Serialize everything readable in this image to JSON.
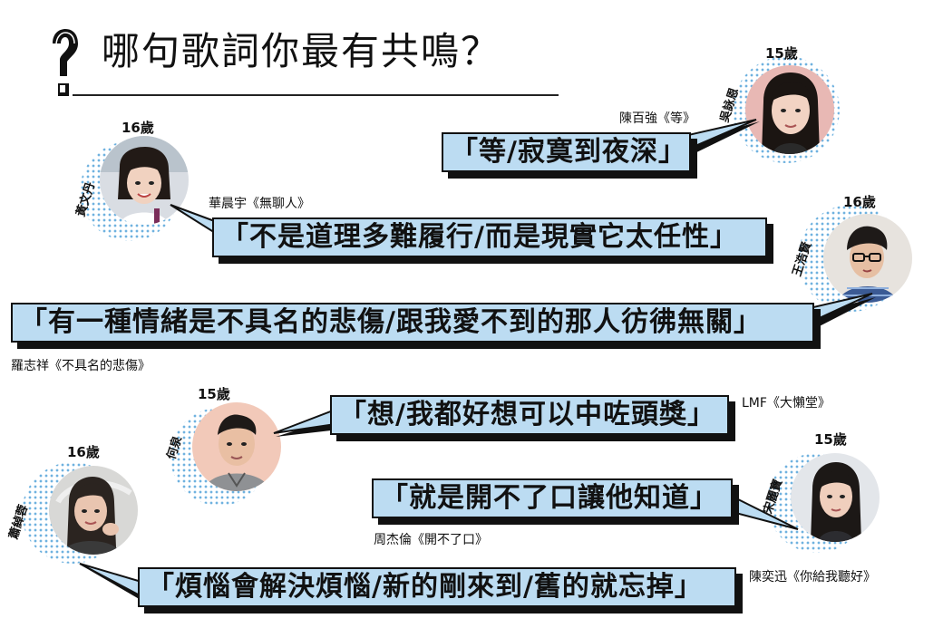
{
  "header": {
    "title": "哪句歌詞你最有共鳴？"
  },
  "entries": [
    {
      "id": "q1",
      "quote": "「等/寂寞到夜深」",
      "credit": "陳百強《等》",
      "name": "吳詠恩",
      "age": "15歲",
      "avatar": "girl-long-hair-portrait"
    },
    {
      "id": "q2",
      "quote": "「不是道理多難履行/而是現實它太任性」",
      "credit": "華晨宇《無聊人》",
      "name": "黃文丹",
      "age": "16歲",
      "avatar": "girl-smiling-portrait"
    },
    {
      "id": "q3",
      "quote": "「有一種情緒是不具名的悲傷/跟我愛不到的那人彷彿無關」",
      "credit": "羅志祥《不具名的悲傷》",
      "name": "王浩賢",
      "age": "16歲",
      "avatar": "boy-glasses-portrait"
    },
    {
      "id": "q4",
      "quote": "「想/我都好想可以中咗頭獎」",
      "credit": "LMF《大懶堂》",
      "name": "何泉",
      "age": "15歲",
      "avatar": "boy-hoodie-portrait"
    },
    {
      "id": "q5",
      "quote": "「就是開不了口讓他知道」",
      "credit": "周杰倫《開不了口》",
      "name": "宋麗寶",
      "age": "15歲",
      "avatar": "girl-straight-hair-portrait"
    },
    {
      "id": "q6",
      "quote": "「煩惱會解決煩惱/新的剛來到/舊的就忘掉」",
      "credit": "陳奕迅《你給我聽好》",
      "name": "蕭綽蓉",
      "age": "16歲",
      "avatar": "girl-hand-pose-portrait"
    }
  ],
  "colors": {
    "bubble": "#bcdcf2",
    "shadow": "#111111",
    "dots": "#6fb2df",
    "text": "#111111"
  }
}
